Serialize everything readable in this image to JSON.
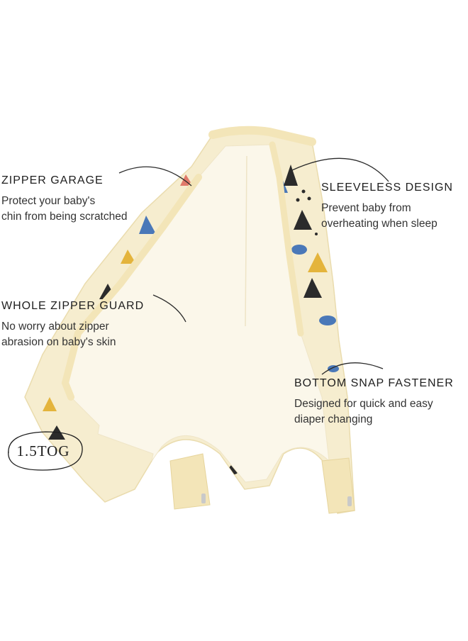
{
  "features": {
    "zipper_garage": {
      "title": "ZIPPER GARAGE",
      "line1": "Protect your baby's",
      "line2": "chin from being scratched"
    },
    "sleeveless": {
      "title": "SLEEVELESS DESIGN",
      "line1": "Prevent baby from",
      "line2": "overheating when sleep"
    },
    "zipper_guard": {
      "title": "WHOLE ZIPPER GUARD",
      "line1": "No worry about zipper",
      "line2": "abrasion on baby's skin"
    },
    "snap_fastener": {
      "title": "BOTTOM SNAP FASTENER",
      "line1": "Designed for quick and easy",
      "line2": "diaper changing"
    }
  },
  "tog_badge": "1.5TOG",
  "colors": {
    "print_fabric": "#f6edcf",
    "lining": "#fbf7ea",
    "cuff": "#f3e5b8",
    "accent_blue": "#4a78b8",
    "accent_yellow": "#e4b43c",
    "accent_black": "#2b2b2b"
  }
}
